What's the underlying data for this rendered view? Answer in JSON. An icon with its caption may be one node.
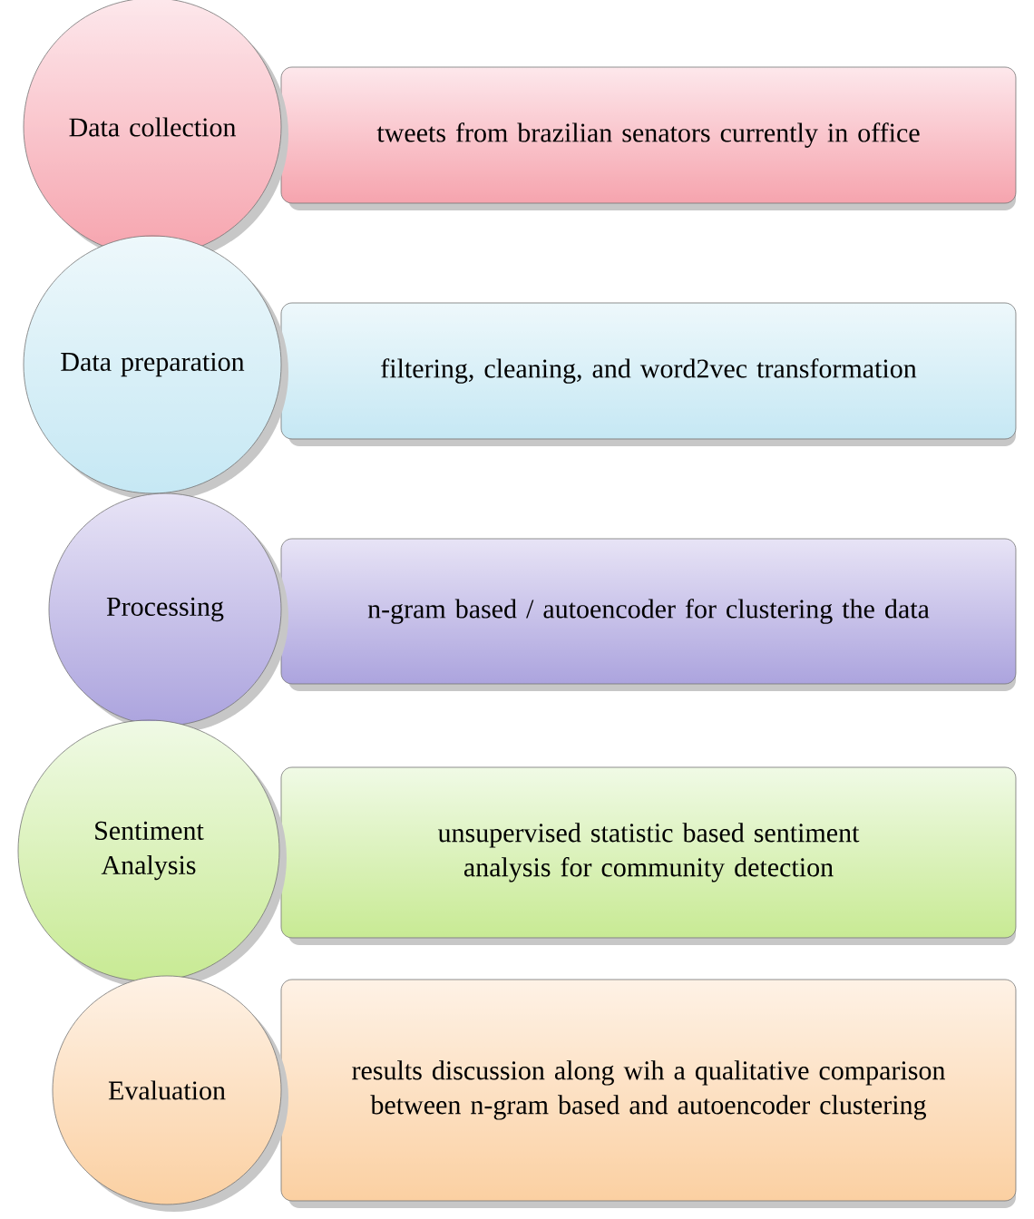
{
  "diagram": {
    "nodes": [
      {
        "text": [
          "Data collection"
        ]
      },
      {
        "text": [
          "tweets from brazilian senators currently in office"
        ]
      },
      {
        "text": [
          "Data preparation"
        ]
      },
      {
        "text": [
          "filtering, cleaning, and word2vec transformation"
        ]
      },
      {
        "text": [
          "Processing"
        ]
      },
      {
        "text": [
          "n-gram based / autoencoder for clustering the data"
        ]
      },
      {
        "text": [
          "Sentiment Analysis"
        ]
      },
      {
        "text": [
          "unsupervised statistic based sentiment analysis for community detection"
        ]
      },
      {
        "text": [
          "Evaluation"
        ]
      },
      {
        "text": [
          "results discussion along wih a qualitative comparison between n-gram based and autoencoder clustering"
        ]
      }
    ]
  }
}
